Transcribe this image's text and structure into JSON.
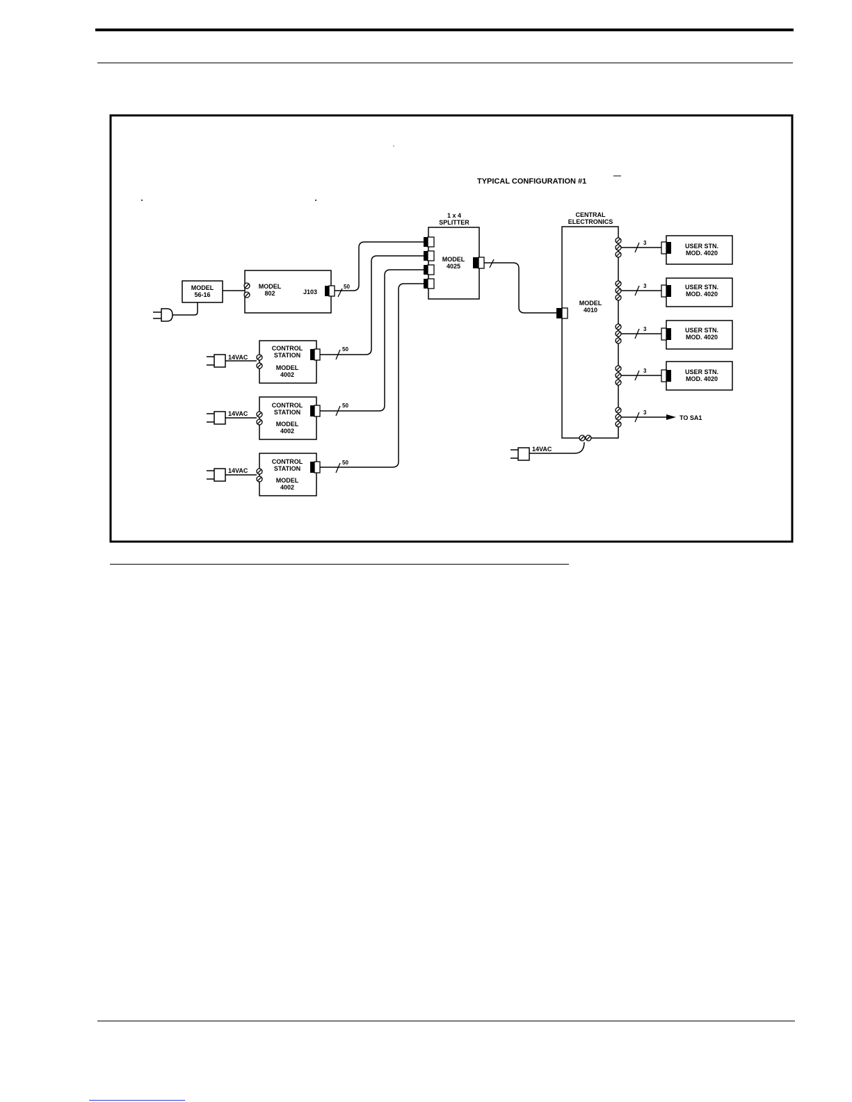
{
  "title": "TYPICAL CONFIGURATION #1",
  "model_56_16": {
    "line1": "MODEL",
    "line2": "56-16"
  },
  "model_802": {
    "line1": "MODEL",
    "line2": "802",
    "jack": "J103"
  },
  "splitter": {
    "header1": "1 x 4",
    "header2": "SPLITTER",
    "line1": "MODEL",
    "line2": "4025"
  },
  "central": {
    "header1": "CENTRAL",
    "header2": "ELECTRONICS",
    "line1": "MODEL",
    "line2": "4010",
    "power": "14VAC"
  },
  "control_stations": [
    {
      "line1": "CONTROL",
      "line2": "STATION",
      "line3": "MODEL",
      "line4": "4002",
      "power": "14VAC",
      "cable": "50"
    },
    {
      "line1": "CONTROL",
      "line2": "STATION",
      "line3": "MODEL",
      "line4": "4002",
      "power": "14VAC",
      "cable": "50"
    },
    {
      "line1": "CONTROL",
      "line2": "STATION",
      "line3": "MODEL",
      "line4": "4002",
      "power": "14VAC",
      "cable": "50"
    }
  ],
  "cable_802": "50",
  "user_stations": [
    {
      "line1": "USER STN.",
      "line2": "MOD. 4020",
      "cable": "3"
    },
    {
      "line1": "USER STN.",
      "line2": "MOD. 4020",
      "cable": "3"
    },
    {
      "line1": "USER STN.",
      "line2": "MOD. 4020",
      "cable": "3"
    },
    {
      "line1": "USER STN.",
      "line2": "MOD. 4020",
      "cable": "3"
    }
  ],
  "sa1": {
    "cable": "3",
    "label": "TO SA1"
  }
}
